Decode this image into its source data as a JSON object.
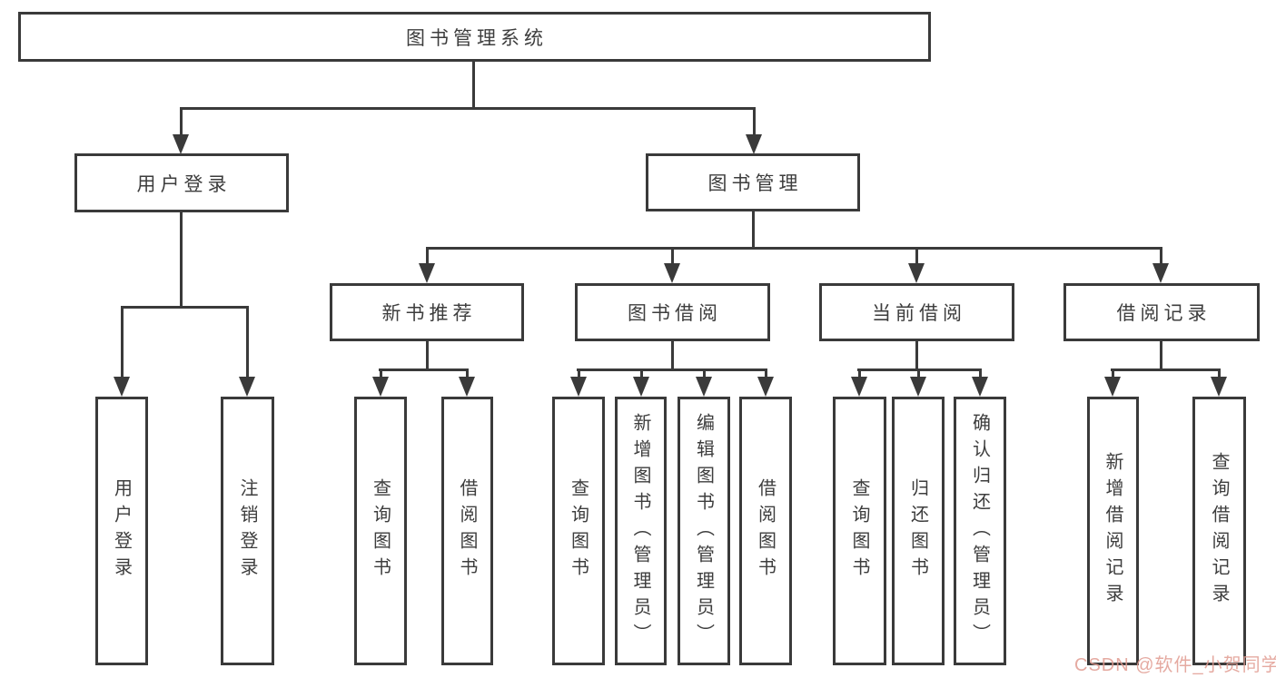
{
  "watermark": "CSDN @软件_小贺同学",
  "colors": {
    "line": "#3a3a3a",
    "text": "#3d3d3d",
    "watermark": "#e09b91"
  },
  "tree": {
    "root": {
      "label": "图书管理系统"
    },
    "branches": [
      {
        "label": "用户登录",
        "children": [
          {
            "label": "用户登录"
          },
          {
            "label": "注销登录"
          }
        ]
      },
      {
        "label": "图书管理",
        "children": [
          {
            "label": "新书推荐",
            "children": [
              {
                "label": "查询图书"
              },
              {
                "label": "借阅图书"
              }
            ]
          },
          {
            "label": "图书借阅",
            "children": [
              {
                "label": "查询图书"
              },
              {
                "label": "新增图书（管理员）"
              },
              {
                "label": "编辑图书（管理员）"
              },
              {
                "label": "借阅图书"
              }
            ]
          },
          {
            "label": "当前借阅",
            "children": [
              {
                "label": "查询图书"
              },
              {
                "label": "归还图书"
              },
              {
                "label": "确认归还（管理员）"
              }
            ]
          },
          {
            "label": "借阅记录",
            "children": [
              {
                "label": "新增借阅记录"
              },
              {
                "label": "查询借阅记录"
              }
            ]
          }
        ]
      }
    ]
  }
}
